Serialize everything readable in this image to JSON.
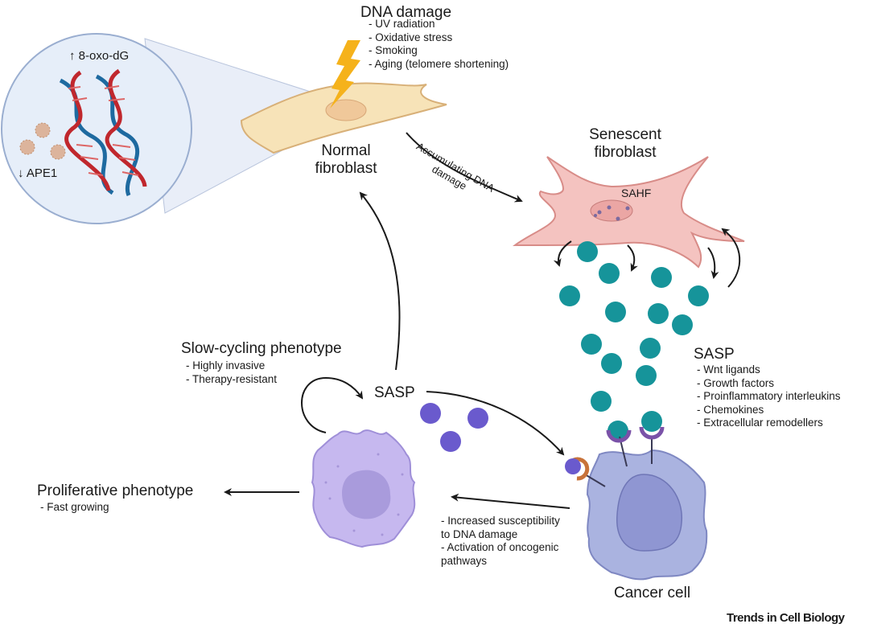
{
  "zoom_panel": {
    "marker_up": "↑ 8-oxo-dG",
    "marker_down": "↓ APE1"
  },
  "dna_damage": {
    "title": "DNA damage",
    "causes": [
      "- UV radiation",
      "- Oxidative stress",
      "- Smoking",
      "- Aging (telomere shortening)"
    ]
  },
  "normal_fibroblast": {
    "line1": "Normal",
    "line2": "fibroblast"
  },
  "arrow_accumulating": {
    "line1": "Accumulating DNA",
    "line2": "damage"
  },
  "senescent_fibroblast": {
    "line1": "Senescent",
    "line2": "fibroblast",
    "nucleus_label": "SAHF"
  },
  "sasp_right": {
    "title": "SASP",
    "items": [
      "- Wnt ligands",
      "- Growth factors",
      "- Proinflammatory interleukins",
      "- Chemokines",
      "- Extracellular remodellers"
    ]
  },
  "slow_cycling": {
    "title": "Slow-cycling phenotype",
    "items": [
      "- Highly invasive",
      "- Therapy-resistant"
    ]
  },
  "sasp_center": {
    "title": "SASP"
  },
  "proliferative": {
    "title": "Proliferative phenotype",
    "items": [
      "- Fast growing"
    ]
  },
  "effects": {
    "items": [
      "- Increased susceptibility",
      "to DNA damage",
      "- Activation of oncogenic",
      "pathways"
    ]
  },
  "cancer_cell": {
    "label": "Cancer cell"
  },
  "credit": "Trends in Cell Biology",
  "colors": {
    "teal": "#16949a",
    "purple": "#6a5acd",
    "cancer_cell": "#aab3e0",
    "senescent": "#f4c3c0",
    "fibroblast": "#f7e3b8",
    "zoom_bg": "#e6eef9",
    "dna_red": "#c0272d",
    "dna_blue": "#1e6aa0",
    "bolt": "#f5b21b"
  }
}
